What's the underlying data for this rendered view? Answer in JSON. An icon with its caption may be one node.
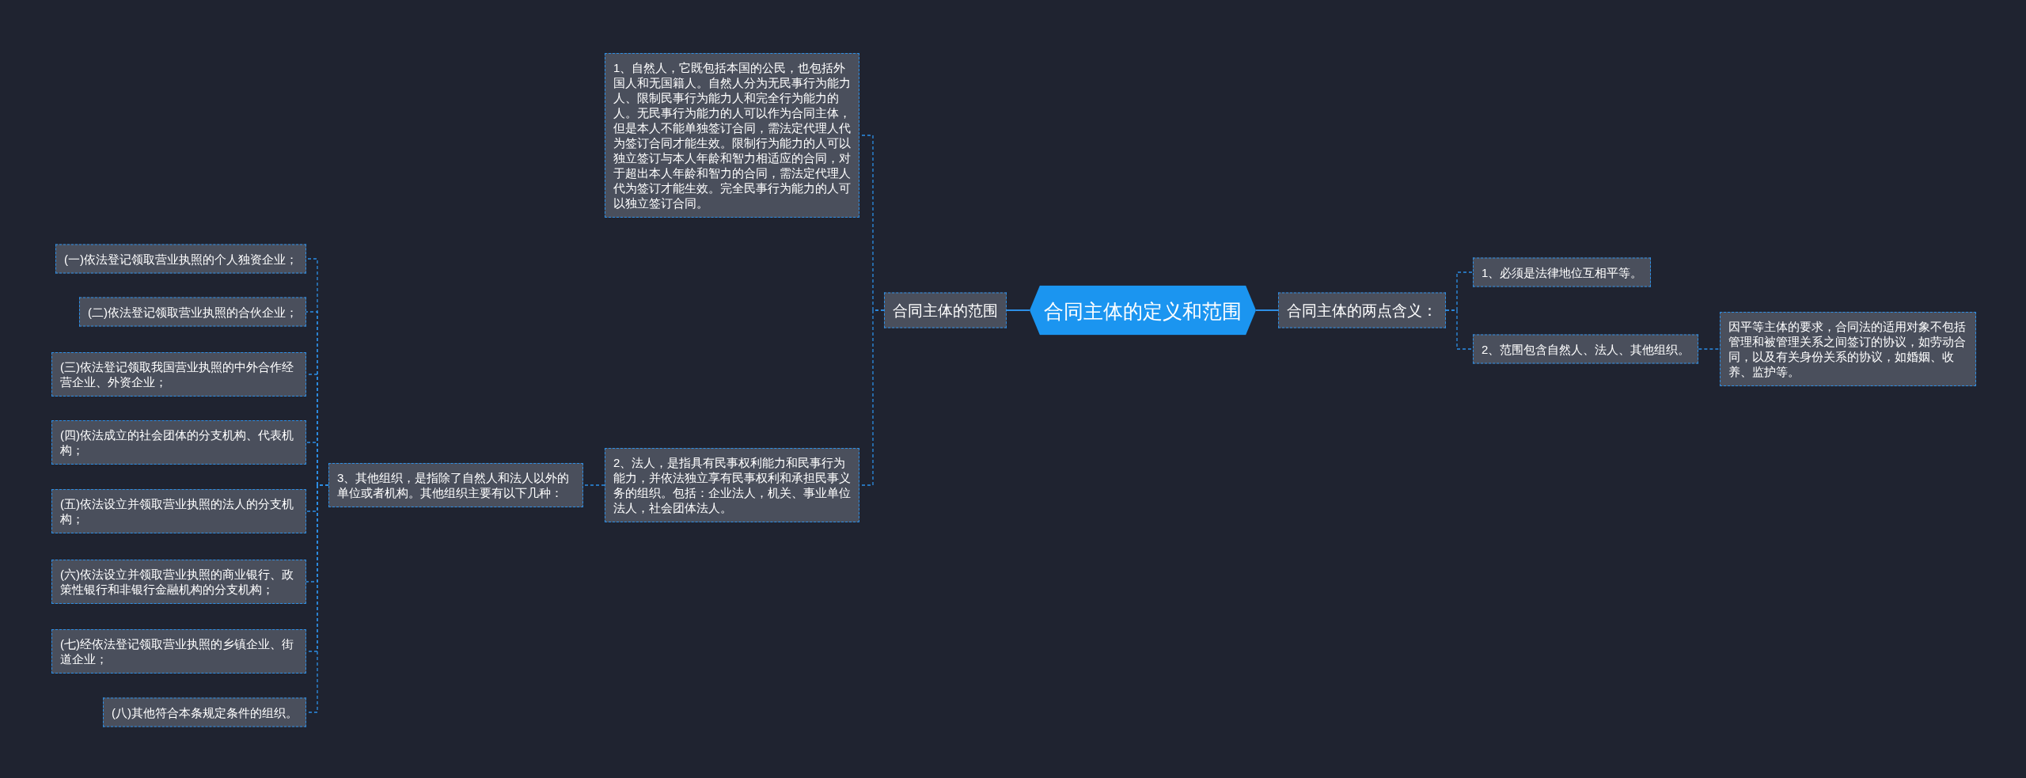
{
  "diagram": {
    "nodes": [
      {
        "text": [
          "合同主体的定义和范围"
        ]
      },
      {
        "text": [
          "合同主体的范围"
        ]
      },
      {
        "text": [
          "1、自然人，它既包括本国的公民，也包括外国人和无国籍人。自然人分为无民事行为能力人、限制民事行为能力人和完全行为能力的人。无民事行为能力的人可以作为合同主体，但是本人不能单独签订合同，需法定代理人代为签订合同才能生效。限制行为能力的人可以独立签订与本人年龄和智力相适应的合同，对于超出本人年龄和智力的合同，需法定代理人代为签订才能生效。完全民事行为能力的人可以独立签订合同。"
        ]
      },
      {
        "text": [
          "2、法人，是指具有民事权利能力和民事行为能力，并依法独立享有民事权利和承担民事义务的组织。包括：企业法人，机关、事业单位法人，社会团体法人。"
        ]
      },
      {
        "text": [
          "3、其他组织，是指除了自然人和法人以外的单位或者机构。其他组织主要有以下几种："
        ]
      },
      {
        "text": [
          "(一)依法登记领取营业执照的个人独资企业；"
        ]
      },
      {
        "text": [
          "(二)依法登记领取营业执照的合伙企业；"
        ]
      },
      {
        "text": [
          "(三)依法登记领取我国营业执照的中外合作经营企业、外资企业；"
        ]
      },
      {
        "text": [
          "(四)依法成立的社会团体的分支机构、代表机构；"
        ]
      },
      {
        "text": [
          "(五)依法设立并领取营业执照的法人的分支机构；"
        ]
      },
      {
        "text": [
          "(六)依法设立并领取营业执照的商业银行、政策性银行和非银行金融机构的分支机构；"
        ]
      },
      {
        "text": [
          "(七)经依法登记领取营业执照的乡镇企业、街道企业；"
        ]
      },
      {
        "text": [
          "(八)其他符合本条规定条件的组织。"
        ]
      },
      {
        "text": [
          "合同主体的两点含义："
        ]
      },
      {
        "text": [
          "1、必须是法律地位互相平等。"
        ]
      },
      {
        "text": [
          "2、范围包含自然人、法人、其他组织。"
        ]
      },
      {
        "text": [
          "因平等主体的要求，合同法的适用对象不包括管理和被管理关系之间签订的协议，如劳动合同，以及有关身份关系的协议，如婚姻、收养、监护等。"
        ]
      }
    ],
    "edges": [
      {
        "from": 0,
        "to": 1,
        "arrow": "none"
      },
      {
        "from": 1,
        "to": 2,
        "arrow": "none",
        "style": "dashed"
      },
      {
        "from": 1,
        "to": 3,
        "arrow": "none",
        "style": "dashed"
      },
      {
        "from": 3,
        "to": 4,
        "arrow": "none",
        "style": "dashed"
      },
      {
        "from": 4,
        "to": 5,
        "arrow": "none",
        "style": "dashed"
      },
      {
        "from": 4,
        "to": 6,
        "arrow": "none",
        "style": "dashed"
      },
      {
        "from": 4,
        "to": 7,
        "arrow": "none",
        "style": "dashed"
      },
      {
        "from": 4,
        "to": 8,
        "arrow": "none",
        "style": "dashed"
      },
      {
        "from": 4,
        "to": 9,
        "arrow": "none",
        "style": "dashed"
      },
      {
        "from": 4,
        "to": 10,
        "arrow": "none",
        "style": "dashed"
      },
      {
        "from": 4,
        "to": 11,
        "arrow": "none",
        "style": "dashed"
      },
      {
        "from": 4,
        "to": 12,
        "arrow": "none",
        "style": "dashed"
      },
      {
        "from": 0,
        "to": 13,
        "arrow": "none"
      },
      {
        "from": 13,
        "to": 14,
        "arrow": "none",
        "style": "dashed"
      },
      {
        "from": 13,
        "to": 15,
        "arrow": "none",
        "style": "dashed"
      },
      {
        "from": 15,
        "to": 16,
        "arrow": "none",
        "style": "dashed"
      }
    ]
  }
}
